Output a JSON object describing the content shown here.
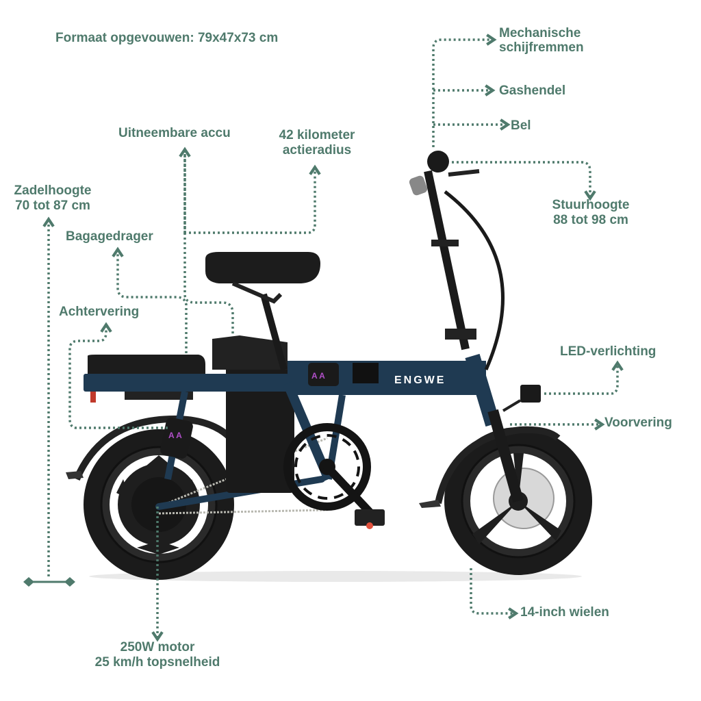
{
  "colors": {
    "annotation": "#4f7a6c",
    "frame": "#1f3a52",
    "tire": "#1b1b1b",
    "accent_logo": "#b04fc8",
    "background": "#ffffff"
  },
  "header": {
    "folded_size": "Formaat opgevouwen: 79x47x73 cm"
  },
  "bike": {
    "brand_logo": "ENGWE"
  },
  "callouts": {
    "brakes": {
      "line1": "Mechanische",
      "line2": "schijfremmen"
    },
    "throttle": {
      "text": "Gashendel"
    },
    "bell": {
      "text": "Bel"
    },
    "removable_battery": {
      "text": "Uitneembare accu"
    },
    "range": {
      "line1": "42 kilometer",
      "line2": "actieradius"
    },
    "saddle_height": {
      "line1": "Zadelhoogte",
      "line2": "70 tot 87 cm"
    },
    "rack": {
      "text": "Bagagedrager"
    },
    "rear_suspension": {
      "text": "Achtervering"
    },
    "handlebar_height": {
      "line1": "Stuurhoogte",
      "line2": "88 tot 98 cm"
    },
    "led_lighting": {
      "text": "LED-verlichting"
    },
    "front_suspension": {
      "text": "Voorvering"
    },
    "wheels": {
      "text": "14-inch wielen"
    },
    "motor": {
      "line1": "250W motor",
      "line2": "25 km/h topsnelheid"
    }
  }
}
